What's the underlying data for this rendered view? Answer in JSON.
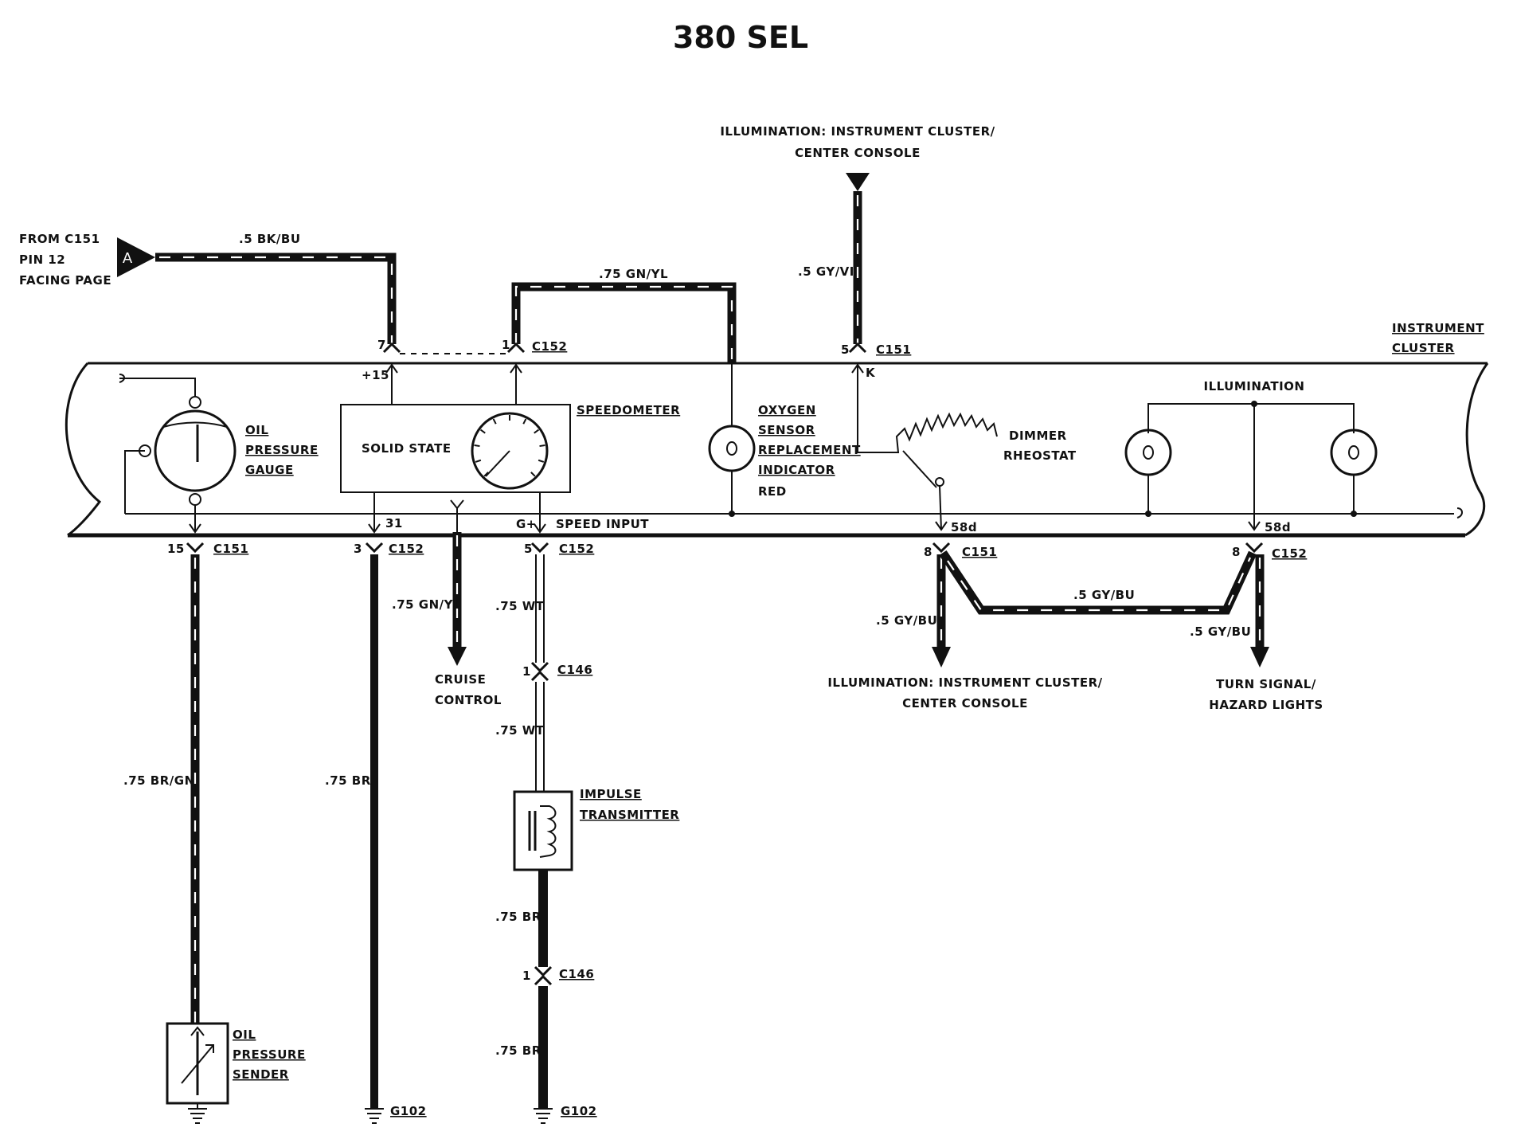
{
  "title": "380 SEL",
  "instrument_cluster": {
    "label_line1": "INSTRUMENT",
    "label_line2": "CLUSTER"
  },
  "source": {
    "arrow_letter": "A",
    "line1": "FROM C151",
    "line2": "PIN 12",
    "line3": "FACING PAGE"
  },
  "illumination_top": {
    "line1": "ILLUMINATION: INSTRUMENT CLUSTER/",
    "line2": "CENTER CONSOLE"
  },
  "wires": {
    "bk_bu": ".5 BK/BU",
    "gn_yl_top": ".75 GN/YL",
    "gy_vi": ".5 GY/VI",
    "br_gn": ".75 BR/GN",
    "br_left": ".75 BR",
    "gn_yl_cruise": ".75 GN/YL",
    "wt1": ".75 WT",
    "wt2": ".75 WT",
    "br_mid1": ".75 BR",
    "br_mid2": ".75 BR",
    "gy_bu_left": ".5 GY/BU",
    "gy_bu_mid": ".5 GY/BU",
    "gy_bu_right": ".5 GY/BU"
  },
  "connectors": {
    "top_pin7": "7",
    "top_pin1": "1",
    "top_c152": "C152",
    "top_pin5": "5",
    "top_c151": "C151",
    "bot_pin15": "15",
    "bot_c151_a": "C151",
    "bot_pin3": "3",
    "bot_c152_a": "C152",
    "bot_pin5": "5",
    "bot_c152_b": "C152",
    "bot_pin8_a": "8",
    "bot_c151_b": "C151",
    "bot_pin8_b": "8",
    "bot_c152_c": "C152",
    "c146_pin_a": "1",
    "c146_a": "C146",
    "c146_pin_b": "1",
    "c146_b": "C146"
  },
  "terminals": {
    "t15": "+15",
    "k": "K",
    "t31": "31",
    "g_plus": "G+",
    "speed_input": "SPEED INPUT",
    "t58d_a": "58d",
    "t58d_b": "58d"
  },
  "components": {
    "oil_gauge": [
      "OIL",
      "PRESSURE",
      "GAUGE"
    ],
    "solid_state": "SOLID STATE",
    "speedometer": "SPEEDOMETER",
    "oxygen": [
      "OXYGEN",
      "SENSOR",
      "REPLACEMENT",
      "INDICATOR"
    ],
    "oxygen_color": "RED",
    "dimmer": [
      "DIMMER",
      "RHEOSTAT"
    ],
    "illumination": "ILLUMINATION",
    "impulse": [
      "IMPULSE",
      "TRANSMITTER"
    ],
    "oil_sender": [
      "OIL",
      "PRESSURE",
      "SENDER"
    ]
  },
  "destinations": {
    "cruise": [
      "CRUISE",
      "CONTROL"
    ],
    "illum_bottom": [
      "ILLUMINATION: INSTRUMENT CLUSTER/",
      "CENTER CONSOLE"
    ],
    "turn": [
      "TURN SIGNAL/",
      "HAZARD LIGHTS"
    ]
  },
  "grounds": {
    "g102_left": "G102",
    "g102_right": "G102"
  }
}
